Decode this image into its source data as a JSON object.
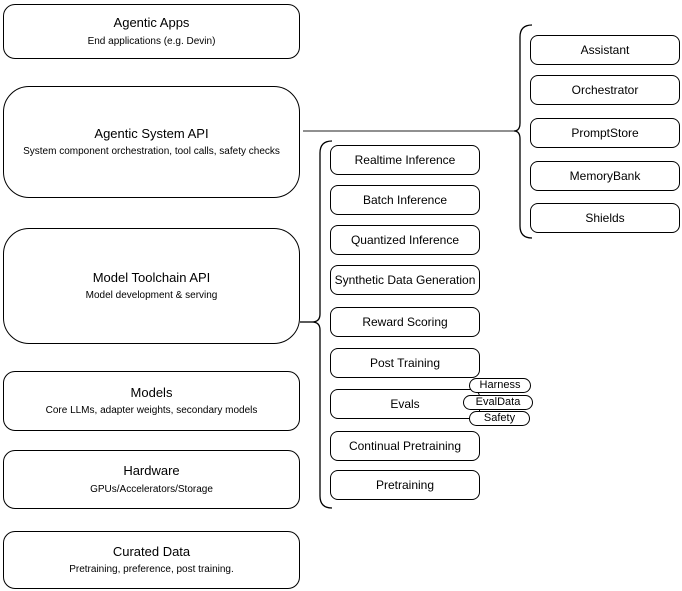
{
  "diagram": {
    "left_stack": [
      {
        "title": "Agentic Apps",
        "subtitle": "End applications (e.g. Devin)"
      },
      {
        "title": "Agentic System API",
        "subtitle": "System component orchestration, tool calls, safety checks"
      },
      {
        "title": "Model Toolchain API",
        "subtitle": "Model development & serving"
      },
      {
        "title": "Models",
        "subtitle": "Core LLMs, adapter weights, secondary models"
      },
      {
        "title": "Hardware",
        "subtitle": "GPUs/Accelerators/Storage"
      },
      {
        "title": "Curated Data",
        "subtitle": "Pretraining, preference, post training."
      }
    ],
    "middle_stack": [
      "Realtime Inference",
      "Batch Inference",
      "Quantized Inference",
      "Synthetic Data Generation",
      "Reward Scoring",
      "Post Training",
      "Evals",
      "Continual Pretraining",
      "Pretraining"
    ],
    "eval_tags": [
      "Harness",
      "EvalData",
      "Safety"
    ],
    "right_stack": [
      "Assistant",
      "Orchestrator",
      "PromptStore",
      "MemoryBank",
      "Shields"
    ],
    "colors": {
      "stroke": "#000000",
      "fill": "#ffffff",
      "connector": "#4d4d4d"
    }
  }
}
